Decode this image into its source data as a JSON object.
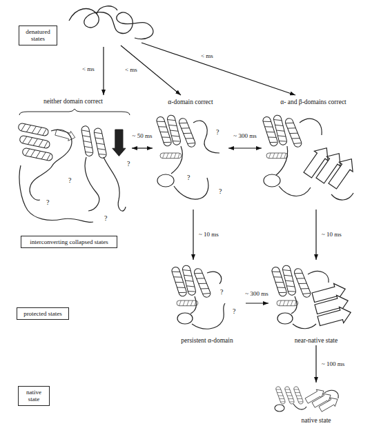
{
  "diagram": {
    "nodes": [
      {
        "text": [
          "denatured states"
        ]
      },
      {
        "text": [
          "neither domain correct"
        ]
      },
      {
        "text": [
          "α-domain correct"
        ]
      },
      {
        "text": [
          "α- and β-domains correct"
        ]
      },
      {
        "text": [
          "interconverting collapsed states"
        ]
      },
      {
        "text": [
          "persistent α-domain"
        ]
      },
      {
        "text": [
          "near-native state"
        ]
      },
      {
        "text": [
          "protected states"
        ]
      },
      {
        "text": [
          "native state"
        ]
      },
      {
        "text": [
          "native state"
        ]
      }
    ],
    "edges": [
      {
        "from": 1,
        "to": 2,
        "arrow": "both",
        "label": "~ 50 ms"
      },
      {
        "from": 2,
        "to": 3,
        "arrow": "both",
        "label": "~ 300 ms"
      },
      {
        "from": 2,
        "to": 5,
        "arrow": "to",
        "label": "~ 10 ms"
      },
      {
        "from": 3,
        "to": 6,
        "arrow": "to",
        "label": "~ 10 ms"
      },
      {
        "from": 5,
        "to": 6,
        "arrow": "to",
        "label": "~ 300 ms"
      },
      {
        "from": 6,
        "to": 9,
        "arrow": "to",
        "label": "~ 100 ms"
      }
    ],
    "labels": [
      "< ms",
      "< ms",
      "< ms",
      "?",
      "?",
      "?",
      "?",
      "?",
      "?",
      "?",
      "?",
      "?"
    ]
  }
}
